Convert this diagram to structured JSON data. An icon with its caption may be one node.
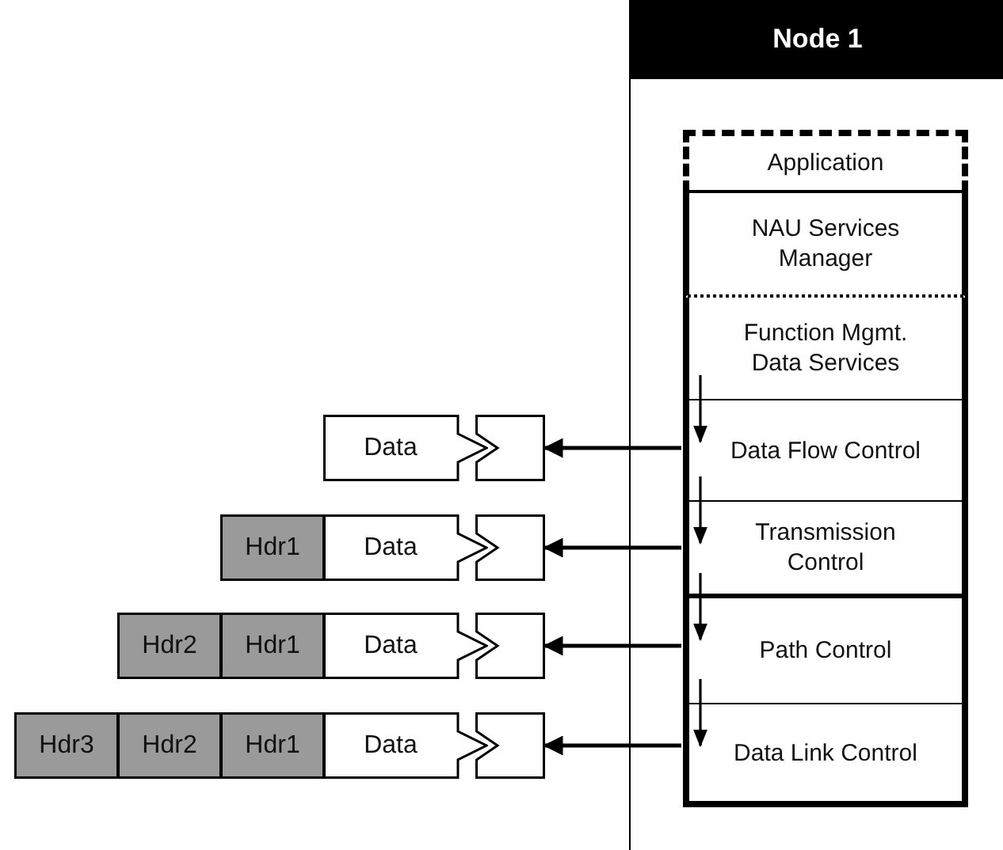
{
  "diagram": {
    "nodes": [
      {
        "text": [
          "Node 1"
        ]
      },
      {
        "text": [
          "Application"
        ],
        "in": 0
      },
      {
        "text": [
          "NAU Services Manager"
        ],
        "in": 0
      },
      {
        "text": [
          "Function Mgmt. Data Services"
        ],
        "in": 0
      },
      {
        "text": [
          "Data Flow Control"
        ],
        "in": 0
      },
      {
        "text": [
          "Transmission Control"
        ],
        "in": 0
      },
      {
        "text": [
          "Path Control"
        ],
        "in": 0
      },
      {
        "text": [
          "Data Link Control"
        ],
        "in": 0
      },
      {
        "text": [
          "Data"
        ]
      },
      {
        "text": [],
        "shape": "box"
      },
      {
        "text": [
          "Hdr1"
        ]
      },
      {
        "text": [
          "Data"
        ]
      },
      {
        "text": [],
        "shape": "box"
      },
      {
        "text": [
          "Hdr2"
        ]
      },
      {
        "text": [
          "Hdr1"
        ]
      },
      {
        "text": [
          "Data"
        ]
      },
      {
        "text": [],
        "shape": "box"
      },
      {
        "text": [
          "Hdr3"
        ]
      },
      {
        "text": [
          "Hdr2"
        ]
      },
      {
        "text": [
          "Hdr1"
        ]
      },
      {
        "text": [
          "Data"
        ]
      },
      {
        "text": [],
        "shape": "box"
      }
    ],
    "edges": [
      {
        "from": 3,
        "to": 4,
        "arrow": "to"
      },
      {
        "from": 4,
        "to": 5,
        "arrow": "to"
      },
      {
        "from": 5,
        "to": 6,
        "arrow": "to"
      },
      {
        "from": 6,
        "to": 7,
        "arrow": "to"
      },
      {
        "from": 4,
        "to": 9,
        "arrow": "to"
      },
      {
        "from": 5,
        "to": 12,
        "arrow": "to"
      },
      {
        "from": 6,
        "to": 16,
        "arrow": "to"
      },
      {
        "from": 7,
        "to": 21,
        "arrow": "to"
      }
    ]
  }
}
